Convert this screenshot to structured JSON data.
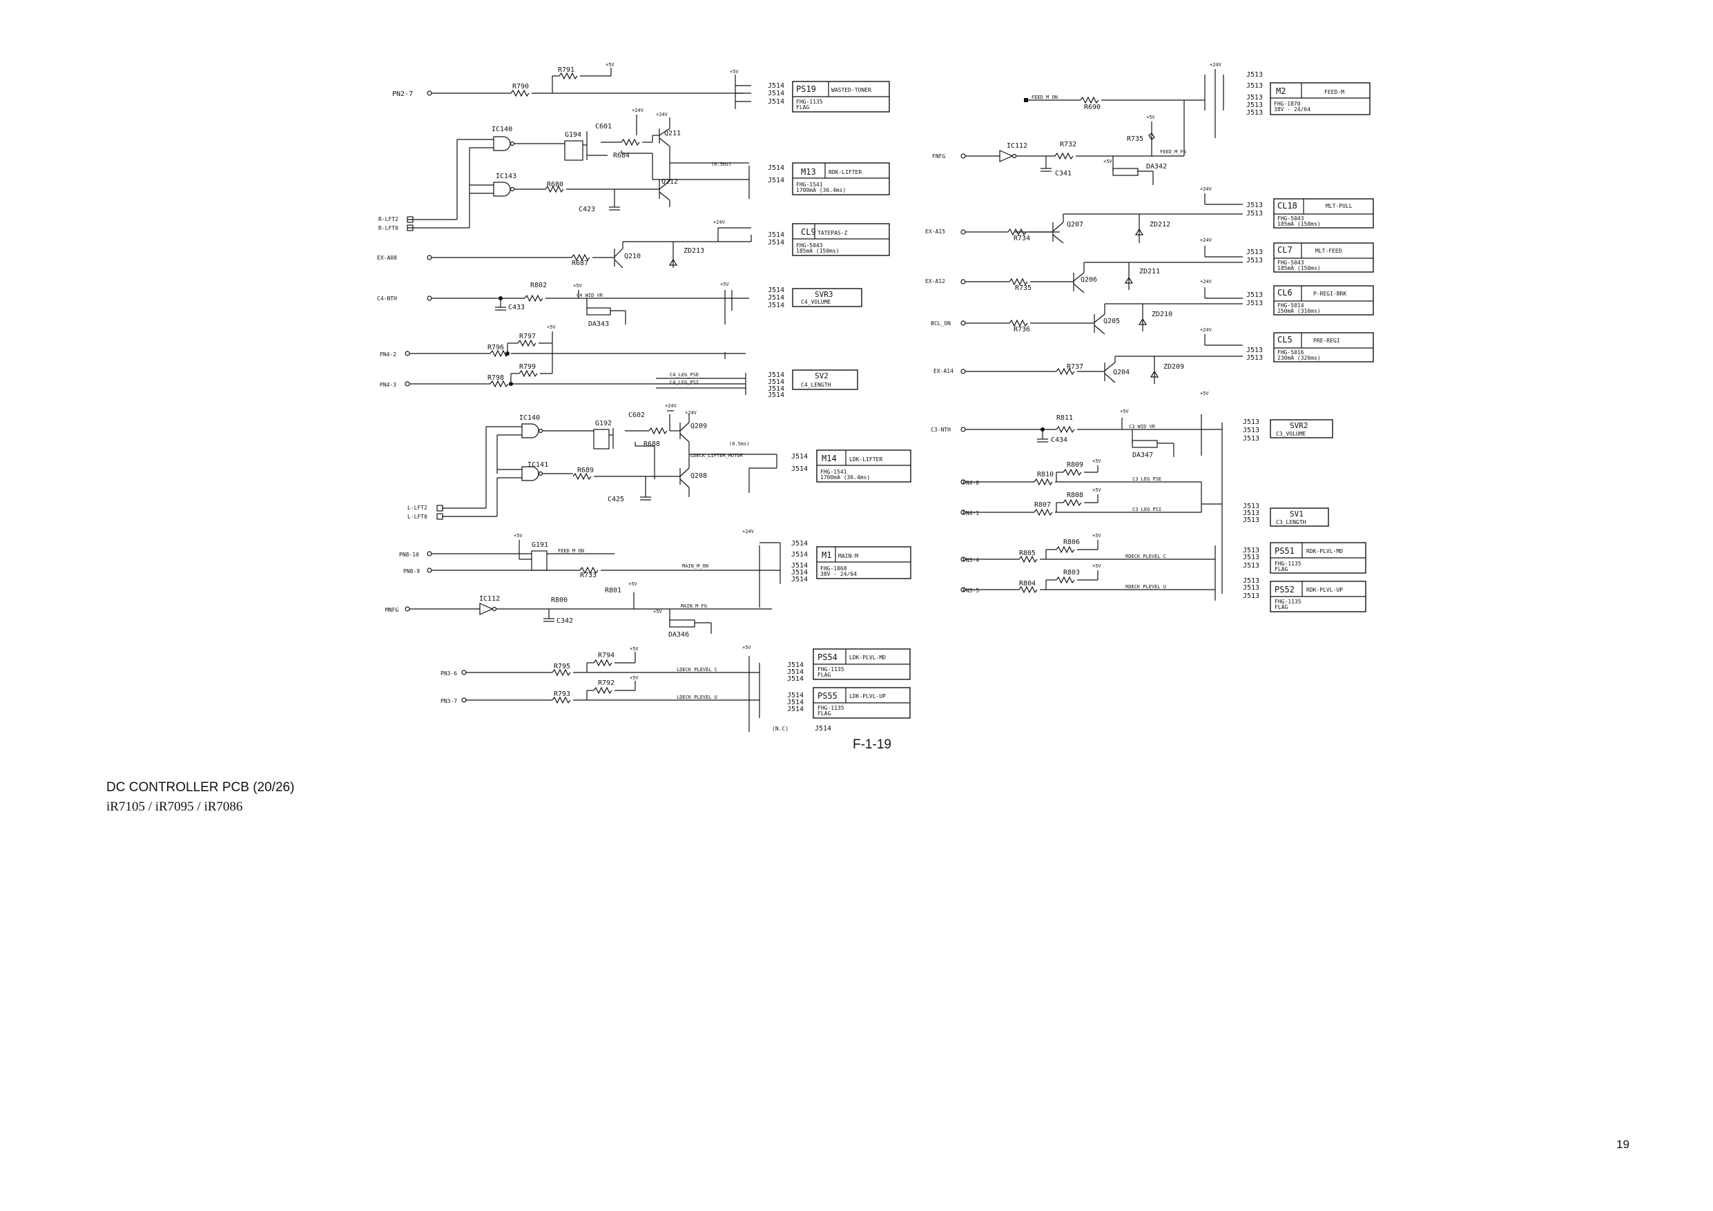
{
  "page": {
    "figure_label": "F-1-19",
    "title": "DC CONTROLLER PCB (20/26)",
    "models": "iR7105 / iR7095 / iR7086",
    "page_number": "19"
  },
  "labels": {
    "R791": "R791",
    "R790": "R790",
    "PN2_7": "PN2-7",
    "J514": "J514",
    "PS19": "PS19",
    "WASTED_TONER": "WASTED-TONER",
    "FHG1135": "FHG-1135",
    "FLAG": "FLAG",
    "IC140": "IC140",
    "G194": "G194",
    "C601": "C601",
    "Q211": "Q211",
    "R684": "R684",
    "IC143": "IC143",
    "R680": "R680",
    "Q212": "Q212",
    "C423": "C423",
    "M13": "M13",
    "RDK_LIFTER": "RDK-LIFTER",
    "FHG1541": "FHG-1541",
    "M13_current": "1700mA (36.4ms)",
    "R_LFT2": "R-LFT2",
    "R_LFT0": "R-LFT0",
    "CL9": "CL9",
    "TATEPAS_Z": "TATEPAS-Z",
    "FHG5043": "FHG-5043",
    "CL9_current": "185mA (150ms)",
    "EX_A08": "EX-A08",
    "R687": "R687",
    "Q210": "Q210",
    "ZD213": "ZD213",
    "C4_NTH": "C4-NTH",
    "R802": "R802",
    "C433": "C433",
    "DA343": "DA343",
    "C4_WID_VR": "C4_WID_VR",
    "SVR3": "SVR3",
    "C4_VOLUME": "C4_VOLUME",
    "PN4_2": "PN4-2",
    "PN4_3": "PN4-3",
    "R797": "R797",
    "R796": "R796",
    "R799": "R799",
    "R798": "R798",
    "C4_LEG_PSE": "C4_LEG_PSE",
    "C4_LEG_PSI": "C4_LEG_PSI",
    "SV2": "SV2",
    "C4_LENGTH": "C4_LENGTH",
    "G192": "G192",
    "C602": "C602",
    "Q209": "Q209",
    "R688": "R688",
    "LDECK_LIFTER_MOTOR": "LDECK_LIFTER_MOTOR",
    "M14": "M14",
    "LDK_LIFTER": "LDK-LIFTER",
    "M14_current": "1700mA (36.4ms)",
    "IC141": "IC141",
    "R689": "R689",
    "Q208": "Q208",
    "C425": "C425",
    "L_LFT2": "L-LFT2",
    "L_LFT0": "L-LFT0",
    "PN8_10": "PN8-10",
    "PN8_9": "PN8-9",
    "G191": "G191",
    "FEED_M_ON": "FEED_M_ON",
    "R733": "R733",
    "MAIN_M_ON": "MAIN_M_ON",
    "M1": "M1",
    "MAIN_M": "MAIN-M",
    "FHG1868": "FHG-1868",
    "M_V_24_64": "38V - 24/64",
    "MNFG": "MNFG",
    "IC112": "IC112",
    "R800": "R800",
    "R801": "R801",
    "C342": "C342",
    "DA346": "DA346",
    "MAIN_M_FG": "MAIN_M_FG",
    "PN3_6": "PN3-6",
    "PN3_7": "PN3-7",
    "R795": "R795",
    "R794": "R794",
    "R793": "R793",
    "R792": "R792",
    "LDECK_PLEVEL_C": "LDECK_PLEVEL_C",
    "LDECK_PLEVEL_U": "LDECK_PLEVEL_U",
    "PS54": "PS54",
    "LDK_PLVL_MD": "LDK-PLVL-MD",
    "PS55": "PS55",
    "LDK_PLVL_UP": "LDK-PLVL-UP",
    "NC": "(N.C)",
    "J513": "J513",
    "FEED_M_ON_R": "FEED_M_ON",
    "R690": "R690",
    "M2": "M2",
    "FEED_M": "FEED-M",
    "FHG1870": "FHG-1870",
    "FNFG": "FNFG",
    "R732": "R732",
    "R735": "R735",
    "C341": "C341",
    "DA342": "DA342",
    "FEED_M_FG": "FEED_M_FG",
    "CL18": "CL18",
    "MLT_PULL": "MLT-PULL",
    "CL18_current": "185mA (150ms)",
    "EX_A15": "EX-A15",
    "R734": "R734",
    "Q207": "Q207",
    "ZD212": "ZD212",
    "CL7": "CL7",
    "MLT_FEED": "MLT-FEED",
    "CL7_current": "185mA (150ms)",
    "EX_A12": "EX-A12",
    "R735b": "R735",
    "Q206": "Q206",
    "ZD211": "ZD211",
    "CL6": "CL6",
    "P_REGI_BRK": "P-REGI-BRK",
    "FHG5014": "FHG-5014",
    "CL6_current": "250mA (316ms)",
    "BCL_ON": "BCL_ON",
    "R736": "R736",
    "Q205": "Q205",
    "ZD210": "ZD210",
    "CL5": "CL5",
    "PRE_REGI": "PRE-REGI",
    "FHG5016": "FHG-5016",
    "CL5_current": "230mA (326ms)",
    "EX_A14": "EX-A14",
    "R737": "R737",
    "Q204": "Q204",
    "ZD209": "ZD209",
    "C3_NTH": "C3-NTH",
    "R811": "R811",
    "C434": "C434",
    "C3_WID_VR": "C3_WID_VR",
    "DA347": "DA347",
    "SVR2": "SVR2",
    "C3_VOLUME": "C3_VOLUME",
    "PN4_0": "PN4-0",
    "PN4_1": "PN4-1",
    "R810": "R810",
    "R809": "R809",
    "R807": "R807",
    "R808": "R808",
    "C3_LEG_PSE": "C3_LEG_PSE",
    "C3_LEG_PSI": "C3_LEG_PSI",
    "SV1": "SV1",
    "C3_LENGTH": "C3_LENGTH",
    "PN3_4": "PN3-4",
    "PN3_5": "PN3-5",
    "R805": "R805",
    "R806": "R806",
    "R804": "R804",
    "R803": "R803",
    "RDECK_PLEVEL_C": "RDECK_PLEVEL_C",
    "RDECK_PLEVEL_U": "RDECK_PLEVEL_U",
    "PS51": "PS51",
    "RDK_PLVL_MD": "RDK-PLVL-MD",
    "PS52": "PS52",
    "RDK_PLVL_UP": "RDK-PLVL-UP",
    "v24": "+24V",
    "v5": "+5V",
    "v05ms": "(0.5ms)"
  }
}
